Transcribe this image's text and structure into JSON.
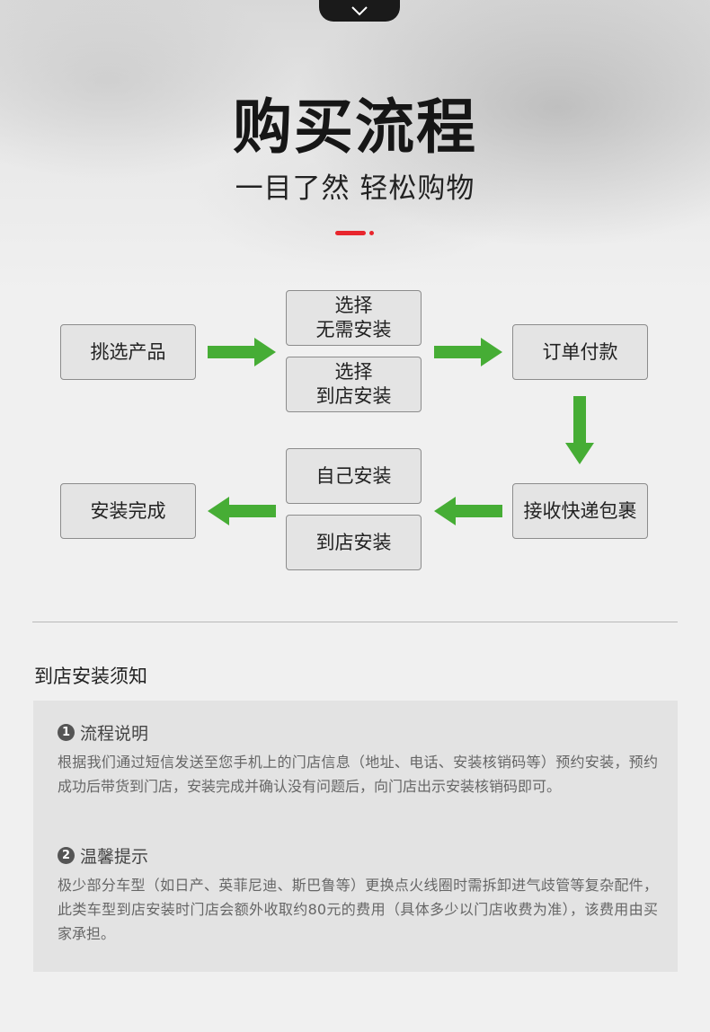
{
  "header": {
    "title": "购买流程",
    "subtitle": "一目了然 轻松购物"
  },
  "flow": {
    "select_products": "挑选产品",
    "option_no_install_line1": "选择",
    "option_no_install_line2": "无需安装",
    "option_store_install_line1": "选择",
    "option_store_install_line2": "到店安装",
    "order_payment": "订单付款",
    "receive_package": "接收快递包裹",
    "self_install": "自己安装",
    "store_install": "到店安装",
    "install_complete": "安装完成"
  },
  "notice": {
    "title": "到店安装须知",
    "sections": [
      {
        "number": "1",
        "heading": "流程说明",
        "body": "根据我们通过短信发送至您手机上的门店信息（地址、电话、安装核销码等）预约安装，预约成功后带货到门店，安装完成并确认没有问题后，向门店出示安装核销码即可。"
      },
      {
        "number": "2",
        "heading": "温馨提示",
        "body": "极少部分车型（如日产、英菲尼迪、斯巴鲁等）更换点火线圈时需拆卸进气歧管等复杂配件，此类车型到店安装时门店会额外收取约80元的费用（具体多少以门店收费为准），该费用由买家承担。"
      }
    ]
  },
  "colors": {
    "accent": "#e8262d",
    "arrow": "#46ad35",
    "box_fill": "#e4e4e4",
    "panel_fill": "#e3e3e3"
  }
}
